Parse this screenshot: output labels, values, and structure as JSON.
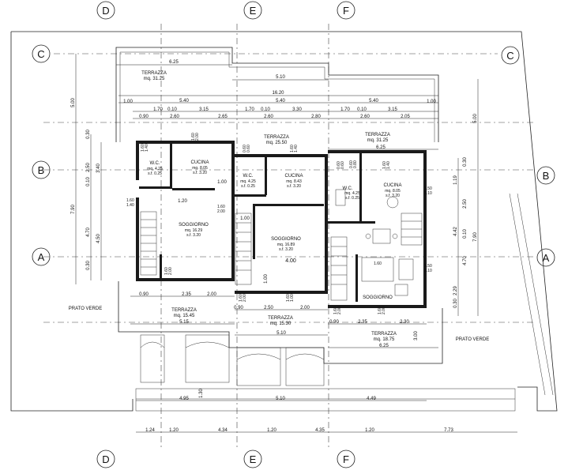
{
  "grid": {
    "top": [
      "D",
      "E",
      "F"
    ],
    "bottom": [
      "D",
      "E",
      "F"
    ],
    "left": [
      "C",
      "B",
      "A"
    ],
    "right": [
      "C",
      "B",
      "A"
    ]
  },
  "rooms": {
    "terrazza_north_a": {
      "name": "TERRAZZA",
      "area": "mq. 31.25"
    },
    "terrazza_north_b": {
      "name": "TERRAZZA",
      "area": "mq. 25.50"
    },
    "terrazza_north_c": {
      "name": "TERRAZZA",
      "area": "mq. 31.25"
    },
    "wc_a": {
      "name": "W.C.",
      "area": "mq. 4.25",
      "sf": "s.f. 0.25"
    },
    "cucina_a": {
      "name": "CUCINA",
      "area": "mq. 8.05",
      "sf": "s.f. 3.20"
    },
    "soggiorno_a": {
      "name": "SOGGIORNO",
      "area": "mq. 16.29",
      "sf": "s.f. 3.20"
    },
    "wc_b": {
      "name": "W.C.",
      "area": "mq. 4.25",
      "sf": "s.f. 0.25"
    },
    "cucina_b": {
      "name": "CUCINA",
      "area": "mq. 8.43",
      "sf": "s.f. 3.20"
    },
    "soggiorno_b": {
      "name": "SOGGIORNO",
      "area": "mq. 16.89",
      "sf": "s.f. 3.20"
    },
    "wc_c": {
      "name": "W.C.",
      "area": "mq. 4.25",
      "sf": "s.f. 0.25"
    },
    "cucina_c": {
      "name": "CUCINA",
      "area": "mq. 8.05",
      "sf": "s.f. 3.20"
    },
    "soggiorno_c": {
      "name": "SOGGIORNO"
    },
    "terrazza_south_a": {
      "name": "TERRAZZA",
      "area": "mq. 15.45"
    },
    "terrazza_south_b": {
      "name": "TERRAZZA",
      "area": "mq. 15.30"
    },
    "terrazza_south_c": {
      "name": "TERRAZZA",
      "area": "mq. 18.75"
    },
    "prato_verde_w": {
      "name": "PRATO VERDE"
    },
    "prato_verde_e": {
      "name": "PRATO VERDE"
    },
    "table_label": "1.60"
  },
  "dims": {
    "top_6_25": "6.25",
    "top_5_10": "5.10",
    "top_16_20": "16.20",
    "top_1_00_l": "1.00",
    "top_1_00_r": "1.00",
    "top_5_40_a": "5.40",
    "top_5_40_b": "5.40",
    "top_5_40_c": "5.40",
    "r1_a": "1.70",
    "r1_b": "0.10",
    "r1_c": "3.15",
    "r1_d": "1.70",
    "r1_e": "0.10",
    "r1_f": "3.30",
    "r1_g": "1.70",
    "r1_h": "0.10",
    "r1_i": "3.15",
    "r2_a": "0.90",
    "r2_b": "2.60",
    "r2_c": "2.65",
    "r2_d": "2.60",
    "r2_e": "2.80",
    "r2_f": "2.60",
    "r2_g": "2.05",
    "c_6_25": "6.25",
    "left_5_00": "5.00",
    "left_0_30": "0.30",
    "left_2_50": "2.50",
    "left_0_10": "0.10",
    "left_7_90": "7.90",
    "left_3_40": "3.40",
    "left_4_70": "4.70",
    "left_4_50": "4.50",
    "left_0_30b": "0.30",
    "right_5_00": "5.00",
    "right_0_30": "0.30",
    "right_1_19": "1.19",
    "right_2_50": "2.50",
    "right_4_42": "4.42",
    "right_0_10": "0.10",
    "right_7_90": "7.90",
    "right_4_70": "4.70",
    "right_2_29": "2.29",
    "right_0_30b": "0.30",
    "a_0_90": "0.90",
    "a_2_35": "2.35",
    "a_2_00": "2.00",
    "a_5_15": "5.15",
    "b_2_50": "2.50",
    "b_2_00": "2.00",
    "b_0_90": "0.90",
    "b_5_10": "5.10",
    "c_0_90": "0.90",
    "c_2_35": "2.35",
    "c_2_30": "2.30",
    "c_6_25b": "6.25",
    "b1_4_95": "4.95",
    "b1_5_10": "5.10",
    "b1_4_49": "4.49",
    "b2_1_24": "1.24",
    "b2_1_20": "1.20",
    "b2_4_34": "4.34",
    "b2_1_20b": "1.20",
    "b2_4_35": "4.35",
    "b2_1_20c": "1.20",
    "b2_7_73": "7.73",
    "s_3_00": "3.00",
    "s_1_30": "1.30",
    "s_4_00": "4.00",
    "s_1_20": "1.20",
    "s_1_00": "1.00",
    "s_1_00b": "1.00",
    "s_1_00c": "1.00"
  },
  "windows": {
    "w1": "1.60",
    "w1s": "1.40",
    "w2": "1.60",
    "w2s": "2.00",
    "w3": "0.60",
    "w3s": "0.60",
    "w4": "1.60",
    "w4s": "1.40",
    "w5": "0.60",
    "w5s": "0.60",
    "w6": "1.60",
    "w6s": "1.40",
    "w7": "1.60",
    "w7s": "1.40",
    "w8": "1.60",
    "w8s": "2.00",
    "w9": "0.60",
    "w9s": "0.80",
    "w10": "1.50",
    "w10s": "1.10",
    "w11": "1.50",
    "w11s": "1.10",
    "w12": "1.60",
    "w12s": "2.00",
    "w13": "1.60",
    "w13s": "2.00",
    "w14": "1.60",
    "w14s": "1.00",
    "w15": "1.60",
    "w15s": "2.00",
    "w16": "1.60",
    "w16s": "2.00"
  }
}
